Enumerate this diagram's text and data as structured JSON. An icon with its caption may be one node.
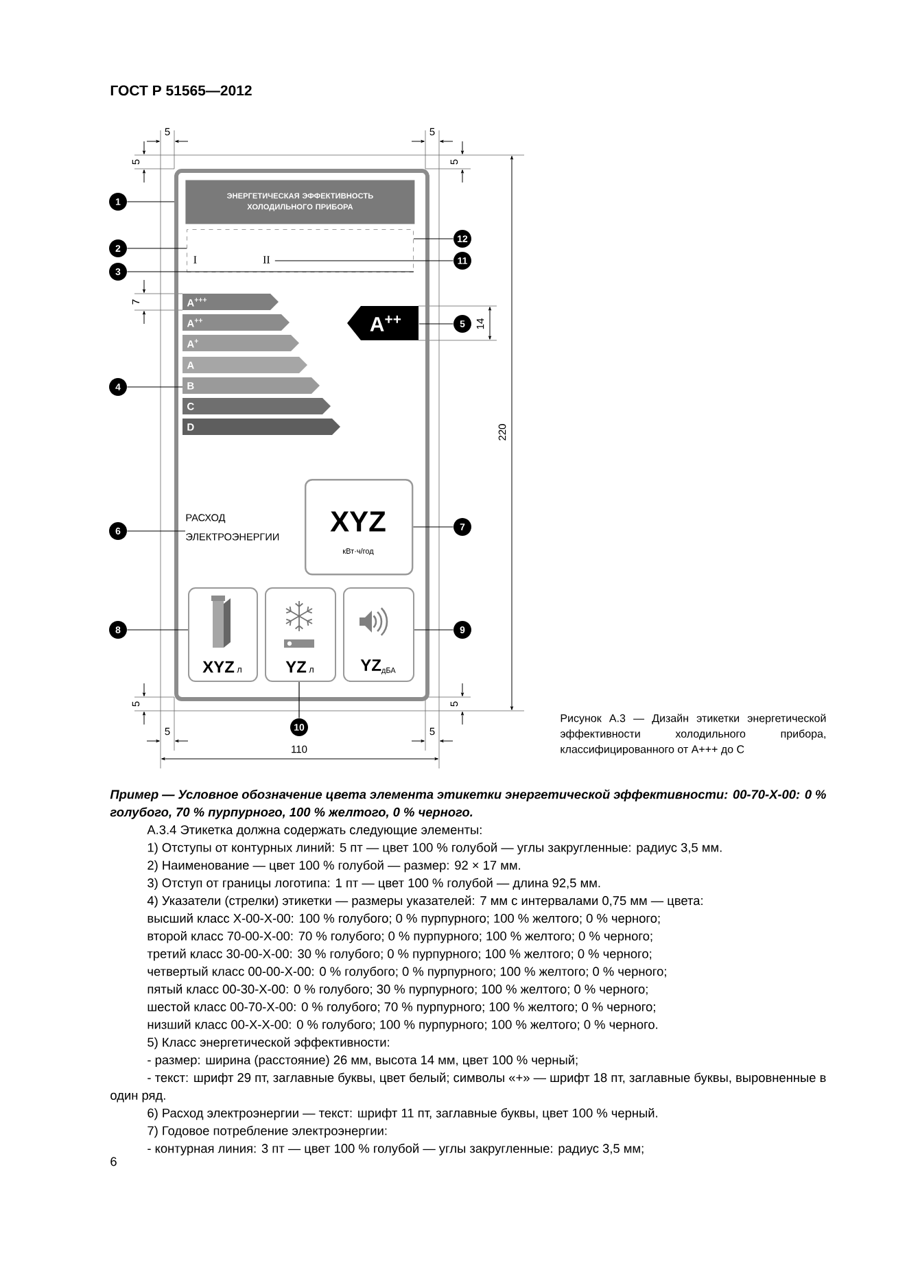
{
  "diagram": {
    "caption": "Рисунок А.3 — Дизайн этикетки энергетической эффективности холодильного прибора, классифицированного от А+++ до С",
    "nodes": [
      {
        "text": [],
        "shape": "box"
      },
      {
        "text": [
          "ЭНЕРГЕТИЧЕСКАЯ ЭФФЕКТИВНОСТЬ ХОЛОДИЛЬНОГО ПРИБОРА"
        ],
        "in": 0
      },
      {
        "text": [],
        "shape": "box",
        "in": 0
      },
      {
        "text": [
          "I"
        ],
        "in": 2
      },
      {
        "text": [
          "II"
        ],
        "in": 2
      },
      {
        "text": [
          "A$^{+++}$"
        ],
        "in": 0
      },
      {
        "text": [
          "A$^{++}$"
        ],
        "in": 0
      },
      {
        "text": [
          "A$^{+}$"
        ],
        "in": 0
      },
      {
        "text": [
          "A"
        ],
        "in": 0
      },
      {
        "text": [
          "B"
        ],
        "in": 0
      },
      {
        "text": [
          "C"
        ],
        "in": 0
      },
      {
        "text": [
          "D"
        ],
        "in": 0
      },
      {
        "text": [
          "A$^{++}$"
        ],
        "in": 0
      },
      {
        "text": [
          "РАСХОД ЭЛЕКТРОЭНЕРГИИ"
        ],
        "in": 0
      },
      {
        "text": [
          "XYZ",
          "кВт·ч/год"
        ],
        "in": 0
      },
      {
        "text": [
          "XYZ",
          "л"
        ],
        "in": 0
      },
      {
        "text": [
          "YZ",
          "л"
        ],
        "in": 0
      },
      {
        "text": [
          "YZ",
          "дБА"
        ],
        "in": 0
      },
      {
        "text": [
          "1"
        ]
      },
      {
        "text": [
          "2"
        ]
      },
      {
        "text": [
          "3"
        ]
      },
      {
        "text": [
          "4"
        ]
      },
      {
        "text": [
          "5"
        ]
      },
      {
        "text": [
          "6"
        ]
      },
      {
        "text": [
          "7"
        ]
      },
      {
        "text": [
          "8"
        ]
      },
      {
        "text": [
          "9"
        ]
      },
      {
        "text": [
          "10"
        ]
      },
      {
        "text": [
          "11"
        ]
      },
      {
        "text": [
          "12"
        ]
      }
    ],
    "edges": [
      {
        "from": 18,
        "to": 0,
        "arrow": "none"
      },
      {
        "from": 19,
        "to": 2,
        "arrow": "none"
      },
      {
        "from": 20,
        "to": 2,
        "arrow": "none"
      },
      {
        "from": 21,
        "to": 9,
        "arrow": "none"
      },
      {
        "from": 22,
        "to": 12,
        "arrow": "none"
      },
      {
        "from": 23,
        "to": 13,
        "arrow": "none"
      },
      {
        "from": 24,
        "to": 14,
        "arrow": "none"
      },
      {
        "from": 25,
        "to": 15,
        "arrow": "none"
      },
      {
        "from": 26,
        "to": 17,
        "arrow": "none"
      },
      {
        "from": 27,
        "to": 16,
        "arrow": "none"
      },
      {
        "from": 28,
        "to": 4,
        "arrow": "none"
      },
      {
        "from": 29,
        "to": 2,
        "arrow": "none"
      }
    ],
    "labels": [
      "ГОСТ Р 51565—2012",
      "5",
      "5",
      "5",
      "5",
      "7",
      "14",
      "220",
      "5",
      "5",
      "5",
      "5",
      "110",
      "Пример — Условное обозначение цвета элемента этикетки энергетической эффективности: 00-70-X-00: 0 % голубого, 70 % пурпурного, 100 % желтого, 0 % черного.",
      "А.3.4 Этикетка должна содержать следующие элементы:",
      "1) Отступы от контурных линий: 5 пт — цвет 100 % голубой — углы закругленные: радиус 3,5 мм.",
      "2) Наименование — цвет 100 % голубой — размер: 92 × 17 мм.",
      "3) Отступ от границы логотипа: 1 пт — цвет 100 % голубой — длина 92,5 мм.",
      "4) Указатели (стрелки) этикетки — размеры указателей: 7 мм с интервалами 0,75 мм — цвета:",
      "высший класс X-00-X-00: 100 % голубого; 0 % пурпурного; 100 % желтого; 0 % черного;",
      "второй класс 70-00-X-00: 70 % голубого; 0 % пурпурного; 100 % желтого; 0 % черного;",
      "третий класс 30-00-X-00: 30 % голубого; 0 % пурпурного; 100 % желтого; 0 % черного;",
      "четвертый класс 00-00-X-00: 0 % голубого; 0 % пурпурного; 100 % желтого; 0 % черного;",
      "пятый класс 00-30-X-00: 0 % голубого; 30 % пурпурного; 100 % желтого; 0 % черного;",
      "шестой класс 00-70-X-00: 0 % голубого; 70 % пурпурного; 100 % желтого; 0 % черного;",
      "низший класс 00-X-X-00: 0 % голубого; 100 % пурпурного; 100 % желтого; 0 % черного.",
      "5) Класс энергетической эффективности:",
      "- размер: ширина (расстояние) 26 мм, высота 14 мм, цвет 100 % черный;",
      "- текст: шрифт 29 пт, заглавные буквы, цвет белый; символы «+» — шрифт 18 пт, заглавные буквы, выровненные в один ряд.",
      "6) Расход электроэнергии — текст: шрифт 11 пт, заглавные буквы, цвет 100 % черный.",
      "7) Годовое потребление электроэнергии:",
      "- контурная линия: 3 пт — цвет 100 % голубой — углы закругленные: радиус 3,5 мм;",
      "6"
    ]
  }
}
